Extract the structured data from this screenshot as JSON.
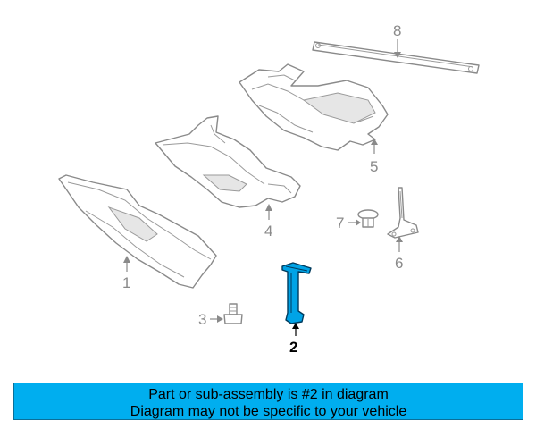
{
  "callouts": {
    "part1": "1",
    "part2": "2",
    "part3": "3",
    "part4": "4",
    "part5": "5",
    "part6": "6",
    "part7": "7",
    "part8": "8"
  },
  "banner": {
    "line1": "Part or sub-assembly is #2 in diagram",
    "line2": "Diagram may not be specific to your vehicle",
    "color": "#00aeef"
  },
  "highlight_color": "#00a3e6"
}
